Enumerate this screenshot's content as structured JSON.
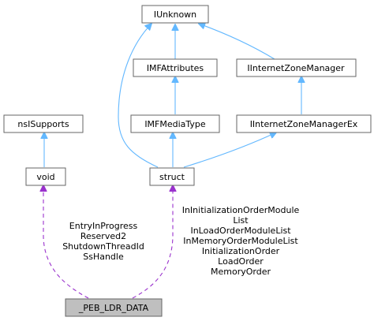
{
  "nodes": {
    "iunknown": "IUnknown",
    "imfattributes": "IMFAttributes",
    "iinternetzonemanager": "IInternetZoneManager",
    "nsisupports": "nsISupports",
    "imfmediatype": "IMFMediaType",
    "iinternetzonemanagerex": "IInternetZoneManagerEx",
    "void": "void",
    "struct": "struct",
    "peb_ldr_data": "_PEB_LDR_DATA"
  },
  "edge_labels": {
    "void_members": [
      "EntryInProgress",
      "Reserved2",
      "ShutdownThreadId",
      "SsHandle"
    ],
    "struct_members": [
      "InInitializationOrderModule",
      "List",
      "InLoadOrderModuleList",
      "InMemoryOrderModuleList",
      "InitializationOrder",
      "LoadOrder",
      "MemoryOrder"
    ]
  },
  "colors": {
    "inheritance_edge": "#63b8ff",
    "usage_edge": "#9a32cd",
    "node_border": "#666666",
    "highlighted_node_fill": "#bfbfbf"
  }
}
